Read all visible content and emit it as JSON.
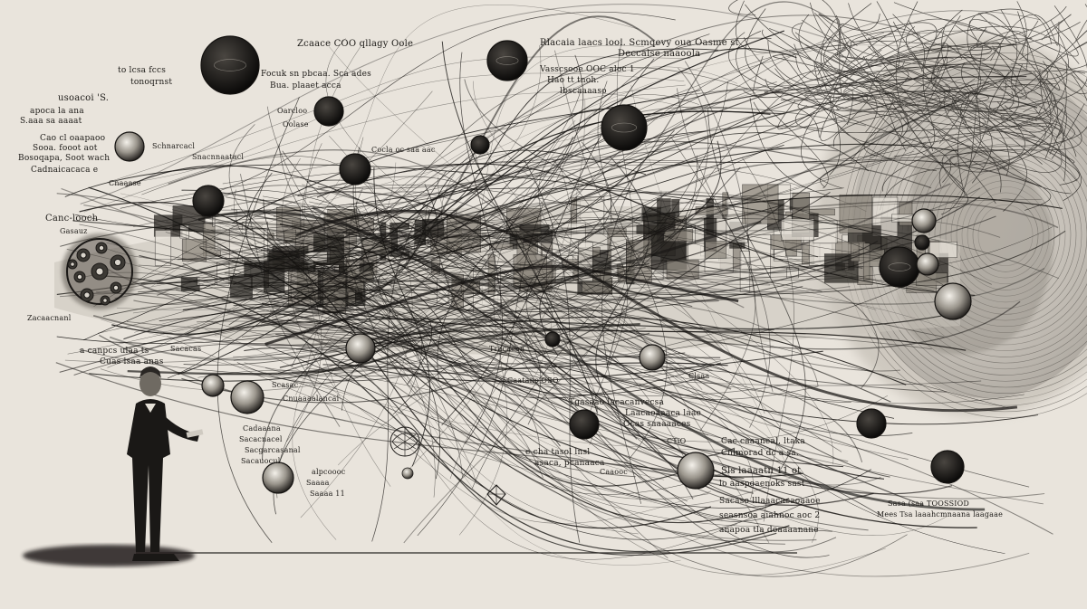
{
  "colors": {
    "paper": "#e9e4dc",
    "ink": "#1d1b18",
    "wash": "#8a857d"
  },
  "annotations": [
    "Zcaace COO qllagy Oole",
    "Rlacaia laacs looi. Scmqevy oua Oasme st",
    "Deccalse naaoola",
    "to lcsa fccs",
    "tonoqrnst",
    "Focuk sn pbcaa. Sca ades",
    "Bua. plaaet acca",
    "Vasscsooe OOC aloc 1",
    "Hao tt tnoh.",
    "lbscaaaaso",
    "usoacoi 'S.",
    "apoca la ana",
    "S.aaa sa aaaat",
    "Cao cl oaapaoo",
    "Sooa. fooot aot",
    "Bosoqapa, Soot wach",
    "Cadnaicacaca e",
    "Schnarcacl",
    "Snacnnaatacl",
    "Oarcloo",
    "Oolase",
    "Cocla oc saa aac",
    "Canc-looch",
    "Gasauz",
    "Cnaaase",
    "Zacaacnanl",
    "a canpcs ulaa ts",
    "Cuas lsaa anas",
    "Sacacas",
    "Scasac",
    "Cnuaaaalancal",
    "Cadaaana",
    "Sacacnacel",
    "Sacgarcasanal",
    "Sacauocul",
    "alpcoooc",
    "Saaaa",
    "Saaaa 11",
    "e cha tasol lnsl",
    "asaca, pcanaaca",
    "Caaooc",
    "Tracacan",
    "Caatanc OSO",
    "Clsaa",
    "Tgasaao lacacanvecsa",
    "Laacaoaaaca laae",
    "Ocas saaaaaces",
    "CTiO",
    "Cac caaaneal, ltaka",
    "Cnlmorad dc a sa.",
    "Sls laaaatn 11 ot",
    "lo aaspoaenoks sast",
    "Sacaso lllaaacacaoaaoe",
    "seasnsoa aiahnoc aoc 2",
    "anapoa tla doaaaanane",
    "Sasa (saa TOOSSIOD",
    "Mees Tsa laaahcmnaana laagaae"
  ]
}
